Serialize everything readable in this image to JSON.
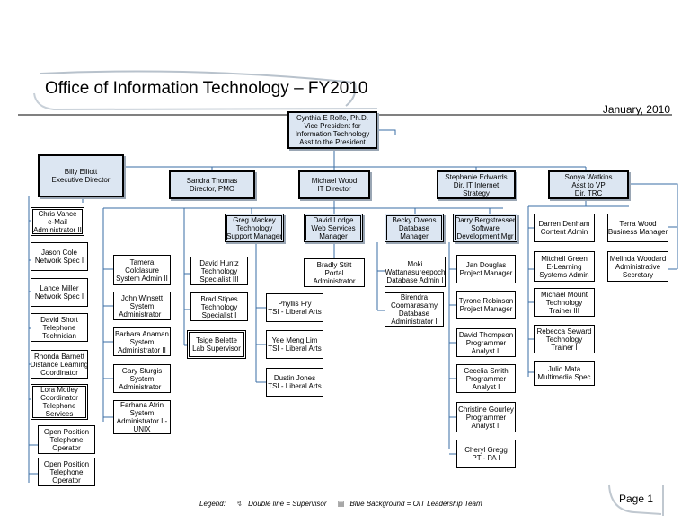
{
  "header": {
    "title": "Office of Information Technology – FY2010",
    "date": "January, 2010"
  },
  "chart": {
    "root": [
      "Cynthia E Rolfe, Ph.D.",
      "Vice President for",
      "Information Technology",
      "Asst to the President"
    ],
    "exec": [
      "Billy Elliott",
      "Executive Director"
    ],
    "directors": {
      "sandra": [
        "Sandra Thomas",
        "Director, PMO"
      ],
      "michael": [
        "Michael Wood",
        "IT Director"
      ],
      "stephanie": [
        "Stephanie Edwards",
        "Dir, IT Internet",
        "Strategy"
      ],
      "sonya": [
        "Sonya Watkins",
        "Asst to VP",
        "Dir, TRC"
      ]
    },
    "managers": {
      "greg": [
        "Greg Mackey",
        "Technology",
        "Support Manager"
      ],
      "david_lodge": [
        "David Lodge",
        "Web Services",
        "Manager"
      ],
      "becky": [
        "Becky Owens",
        "Database",
        "Manager"
      ],
      "darry": [
        "Darry Bergstresser",
        "Software",
        "Development Mgr"
      ]
    },
    "exec_staff": [
      [
        "Chris Vance",
        "e-Mail",
        "Administrator II"
      ],
      [
        "Jason Cole",
        "Network Spec I"
      ],
      [
        "Lance Miller",
        "Network Spec I"
      ],
      [
        "David Short",
        "Telephone",
        "Technician"
      ],
      [
        "Rhonda Barnett",
        "Distance Learning",
        "Coordinator"
      ],
      [
        "Lora Motley",
        "Coordinator",
        "Telephone",
        "Services"
      ],
      [
        "Open Position",
        "Telephone",
        "Operator"
      ],
      [
        "Open Position",
        "Telephone",
        "Operator"
      ]
    ],
    "sysadmins": [
      [
        "Tamera",
        "Colclasure",
        "System Admin II"
      ],
      [
        "John Winsett",
        "System",
        "Administrator I"
      ],
      [
        "Barbara Anaman",
        "System",
        "Administrator II"
      ],
      [
        "Gary Sturgis",
        "System",
        "Administrator I"
      ],
      [
        "Farhana Afrin",
        "System",
        "Administrator I -",
        "UNIX"
      ]
    ],
    "tech_specs": [
      [
        "David Huntz",
        "Technology",
        "Specialist III"
      ],
      [
        "Brad Stipes",
        "Technology",
        "Specialist I"
      ],
      [
        "Tsige Belette",
        "Lab Supervisor"
      ]
    ],
    "tsi": [
      [
        "Phyllis Fry",
        "TSI - Liberal Arts"
      ],
      [
        "Yee Meng Lim",
        "TSI - Liberal Arts"
      ],
      [
        "Dustin Jones",
        "TSI - Liberal Arts"
      ]
    ],
    "portal": [
      "Bradly Stitt",
      "Portal",
      "Administrator"
    ],
    "dbas": [
      [
        "Moki",
        "Wattanasureepoch",
        "Database Admin I"
      ],
      [
        "Birendra",
        "Coomarasamy",
        "Database",
        "Administrator I"
      ]
    ],
    "devs": [
      [
        "Jan Douglas",
        "Project Manager"
      ],
      [
        "Tyrone Robinson",
        "Project Manager"
      ],
      [
        "David Thompson",
        "Programmer",
        "Analyst II"
      ],
      [
        "Cecelia Smith",
        "Programmer",
        "Analyst I"
      ],
      [
        "Christine Gourley",
        "Programmer",
        "Analyst II"
      ],
      [
        "Cheryl Gregg",
        "PT - PA I"
      ]
    ],
    "trc_staff": [
      [
        "Darren Denham",
        "Content Admin"
      ],
      [
        "Mitchell Green",
        "E-Learning",
        "Systems Admin"
      ],
      [
        "Michael Mount",
        "Technology",
        "Trainer III"
      ],
      [
        "Rebecca Seward",
        "Technology",
        "Trainer I"
      ],
      [
        "Julio Mata",
        "Multimedia Spec"
      ]
    ],
    "business": [
      [
        "Terra Wood",
        "Business Manager"
      ],
      [
        "Melinda Woodard",
        "Administrative",
        "Secretary"
      ]
    ]
  },
  "legend": {
    "label": "Legend:",
    "double_line": "Double line = Supervisor",
    "blue_bg": "Blue Background = OIT Leadership Team"
  },
  "footer": {
    "page": "Page 1"
  }
}
